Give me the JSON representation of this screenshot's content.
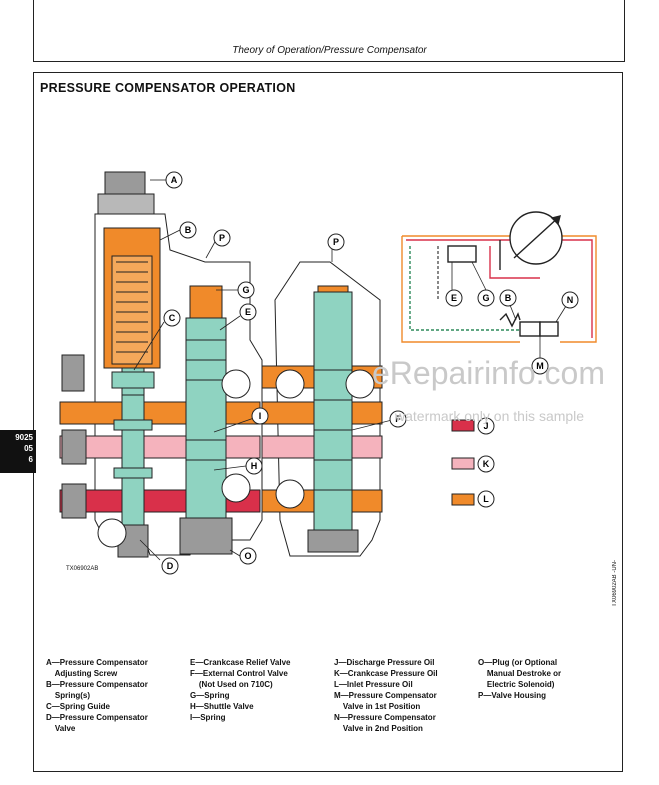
{
  "header": {
    "title": "Theory of Operation/Pressure Compensator"
  },
  "section_title": "PRESSURE COMPENSATOR OPERATION",
  "side_tab": [
    "9025",
    "05",
    "6"
  ],
  "figure_code": "TX06902AB",
  "vertical_code": "TX06902AB -UN-",
  "watermark": "eRepairinfo.com",
  "watermark_note": "watermark only on this sample",
  "callouts": [
    "A",
    "B",
    "C",
    "D",
    "E",
    "F",
    "G",
    "H",
    "I",
    "J",
    "K",
    "L",
    "M",
    "N",
    "O",
    "P"
  ],
  "colors": {
    "discharge": "#d9304a",
    "crankcase": "#f5b3bd",
    "inlet": "#f08a2a",
    "housing_aqua": "#8fd3c1"
  },
  "key_letters": [
    "J",
    "K",
    "L"
  ],
  "legend": {
    "col1": [
      "A—Pressure Compensator",
      "    Adjusting Screw",
      "B—Pressure Compensator",
      "    Spring(s)",
      "C—Spring Guide",
      "D—Pressure Compensator",
      "    Valve"
    ],
    "col2": [
      "E—Crankcase Relief Valve",
      "F—External Control Valve",
      "    (Not Used on 710C)",
      "G—Spring",
      "H—Shuttle Valve",
      "I—Spring"
    ],
    "col3": [
      "J—Discharge Pressure Oil",
      "K—Crankcase Pressure Oil",
      "L—Inlet Pressure Oil",
      "M—Pressure Compensator",
      "    Valve in 1st Position",
      "N—Pressure Compensator",
      "    Valve in 2nd Position"
    ],
    "col4": [
      "O—Plug (or Optional",
      "    Manual Destroke or",
      "    Electric Solenoid)",
      "P—Valve Housing"
    ]
  }
}
